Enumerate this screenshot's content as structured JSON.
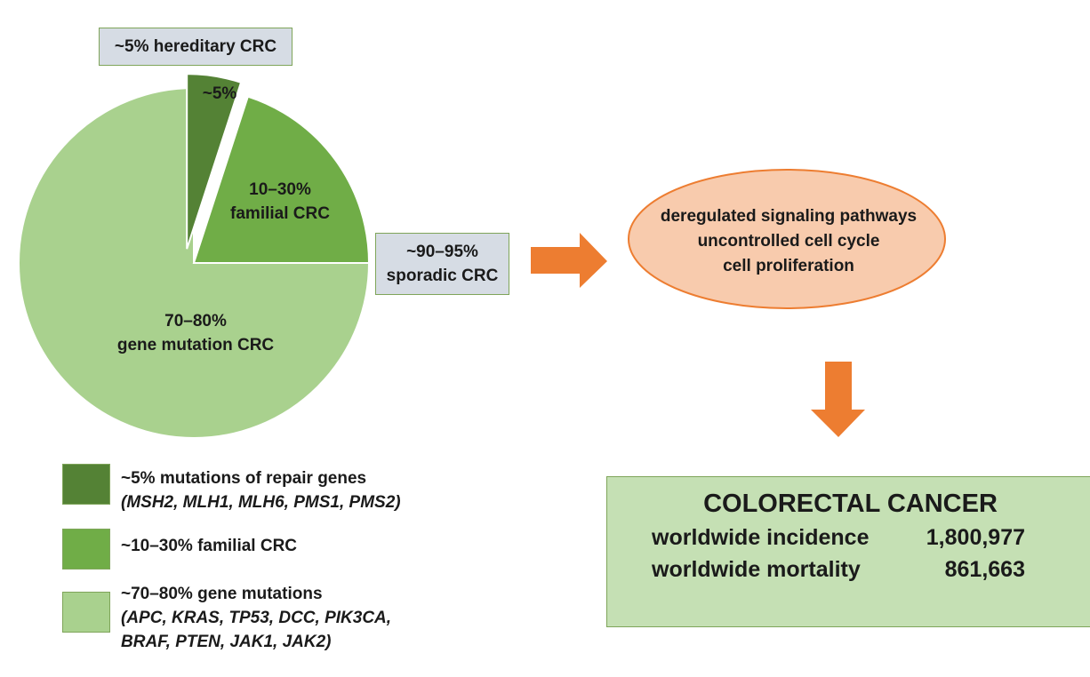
{
  "colors": {
    "hereditary_slice": "#548235",
    "familial_slice": "#70ad47",
    "gene_mutation_slice": "#a9d18e",
    "label_box_fill": "#d6dce4",
    "arrow": "#ed7d31",
    "ellipse_fill": "#f8cbad",
    "crc_box_fill": "#c5e0b4"
  },
  "pie": {
    "slices": [
      {
        "name": "hereditary",
        "percent": 5,
        "label": "~5%"
      },
      {
        "name": "familial",
        "percent": 20,
        "label_line1": "10–30%",
        "label_line2": "familial CRC"
      },
      {
        "name": "gene_mutation",
        "percent": 75,
        "label_line1": "70–80%",
        "label_line2": "gene mutation CRC"
      }
    ]
  },
  "callouts": {
    "hereditary": "~5% hereditary CRC",
    "sporadic_line1": "~90–95%",
    "sporadic_line2": "sporadic CRC"
  },
  "ellipse": {
    "line1": "deregulated signaling pathways",
    "line2": "uncontrolled cell cycle",
    "line3": "cell proliferation"
  },
  "legend": [
    {
      "text": "~5% mutations of repair genes",
      "genes_line1": "(MSH2, MLH1, MLH6, PMS1, PMS2)"
    },
    {
      "text": "~10–30% familial CRC"
    },
    {
      "text": "~70–80% gene mutations",
      "genes_line1": "(APC, KRAS, TP53, DCC, PIK3CA,",
      "genes_line2": "BRAF, PTEN, JAK1, JAK2)"
    }
  ],
  "cancer_box": {
    "title": "COLORECTAL CANCER",
    "incidence_label": "worldwide incidence",
    "incidence_value": "1,800,977",
    "mortality_label": "worldwide mortality",
    "mortality_value": "861,663"
  }
}
